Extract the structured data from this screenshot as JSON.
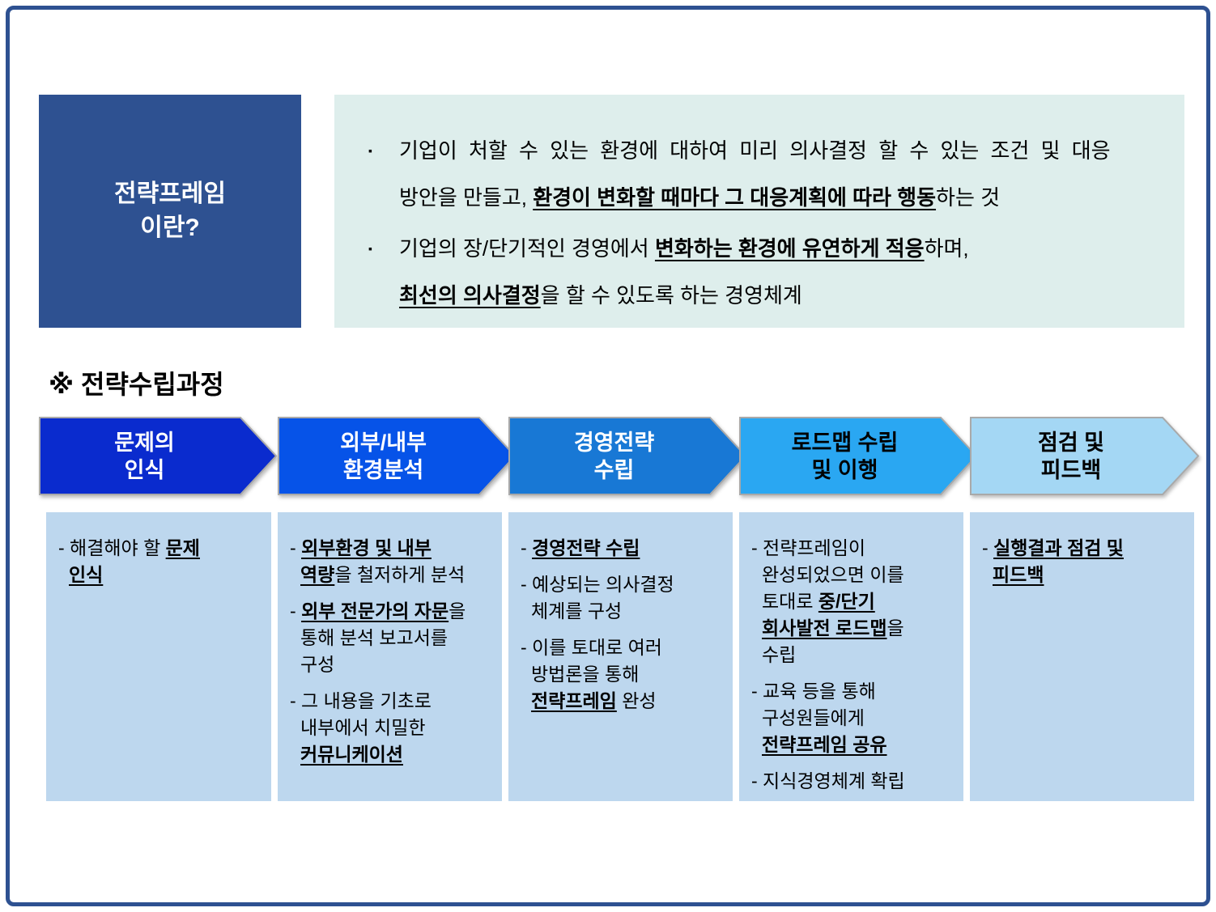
{
  "colors": {
    "frame_border": "#2E5191",
    "definition_title_bg": "#2E5191",
    "definition_text_bg": "#DEEEEC",
    "detail_box_bg": "#BDD7EE",
    "arrow_outline": "#A9A9A9"
  },
  "definition": {
    "title": "전략프레임\n이란?",
    "bullet_glyph": "▪",
    "bullets": [
      {
        "lines": [
          [
            {
              "t": "기업이 처할 수 있는 환경에 대하여 미리 의사결정 할 수 있는 조건 및 대응"
            }
          ],
          [
            {
              "t": "방안을 만들고, "
            },
            {
              "t": "환경이 변화할 때마다 그 대응계획에 따라 행동",
              "b": true
            },
            {
              "t": "하는 것"
            }
          ]
        ]
      },
      {
        "lines": [
          [
            {
              "t": "기업의 장/단기적인 경영에서 "
            },
            {
              "t": "변화하는 환경에 유연하게 적응",
              "b": true
            },
            {
              "t": "하며,"
            }
          ],
          [
            {
              "t": "최선의 의사결정",
              "b": true
            },
            {
              "t": "을 할 수 있도록 하는 경영체계"
            }
          ]
        ]
      }
    ]
  },
  "process": {
    "heading": "※ 전략수립과정",
    "steps": [
      {
        "label": "문제의\n인식",
        "fill": "#0A2BCE",
        "label_color": "#FFFFFF",
        "details": [
          {
            "lines": [
              [
                {
                  "t": "- 해결해야 할 "
                },
                {
                  "t": "문제",
                  "b": true
                }
              ],
              [
                {
                  "t": "인식",
                  "b": true
                }
              ]
            ]
          }
        ]
      },
      {
        "label": "외부/내부\n환경분석",
        "fill": "#0653E8",
        "label_color": "#FFFFFF",
        "details": [
          {
            "lines": [
              [
                {
                  "t": "- "
                },
                {
                  "t": "외부환경 및 내부",
                  "b": true
                }
              ],
              [
                {
                  "t": "역량",
                  "b": true
                },
                {
                  "t": "을 철저하게 분석"
                }
              ]
            ]
          },
          {
            "lines": [
              [
                {
                  "t": "- "
                },
                {
                  "t": "외부 전문가의 자문",
                  "b": true
                },
                {
                  "t": "을"
                }
              ],
              [
                {
                  "t": "통해 분석 보고서를"
                }
              ],
              [
                {
                  "t": "구성"
                }
              ]
            ]
          },
          {
            "lines": [
              [
                {
                  "t": "- 그 내용을 기초로"
                }
              ],
              [
                {
                  "t": "내부에서 치밀한"
                }
              ],
              [
                {
                  "t": "커뮤니케이션",
                  "b": true
                }
              ]
            ]
          }
        ]
      },
      {
        "label": "경영전략\n수립",
        "fill": "#1878D5",
        "label_color": "#FFFFFF",
        "details": [
          {
            "lines": [
              [
                {
                  "t": "- "
                },
                {
                  "t": "경영전략 수립",
                  "b": true
                }
              ]
            ]
          },
          {
            "lines": [
              [
                {
                  "t": "- 예상되는 의사결정"
                }
              ],
              [
                {
                  "t": "체계를 구성"
                }
              ]
            ]
          },
          {
            "lines": [
              [
                {
                  "t": "- 이를 토대로 여러"
                }
              ],
              [
                {
                  "t": "방법론을 통해"
                }
              ],
              [
                {
                  "t": "전략프레임",
                  "b": true
                },
                {
                  "t": " 완성"
                }
              ]
            ]
          }
        ]
      },
      {
        "label": "로드맵 수립\n및 이행",
        "fill": "#2AA7F2",
        "label_color": "#000000",
        "details": [
          {
            "lines": [
              [
                {
                  "t": "- 전략프레임이"
                }
              ],
              [
                {
                  "t": "완성되었으면 이를"
                }
              ],
              [
                {
                  "t": "토대로 "
                },
                {
                  "t": "중/단기",
                  "b": true
                }
              ],
              [
                {
                  "t": "회사발전 로드맵",
                  "b": true
                },
                {
                  "t": "을"
                }
              ],
              [
                {
                  "t": "수립"
                }
              ]
            ]
          },
          {
            "lines": [
              [
                {
                  "t": "- 교육 등을 통해"
                }
              ],
              [
                {
                  "t": "구성원들에게"
                }
              ],
              [
                {
                  "t": "전략프레임 공유",
                  "b": true
                }
              ]
            ]
          },
          {
            "lines": [
              [
                {
                  "t": "- 지식경영체계 확립"
                }
              ]
            ]
          }
        ]
      },
      {
        "label": "점검 및\n피드백",
        "fill": "#A4D7F4",
        "label_color": "#000000",
        "details": [
          {
            "lines": [
              [
                {
                  "t": "- "
                },
                {
                  "t": "실행결과 점검 및",
                  "b": true
                }
              ],
              [
                {
                  "t": "피드백",
                  "b": true
                }
              ]
            ]
          }
        ]
      }
    ]
  }
}
